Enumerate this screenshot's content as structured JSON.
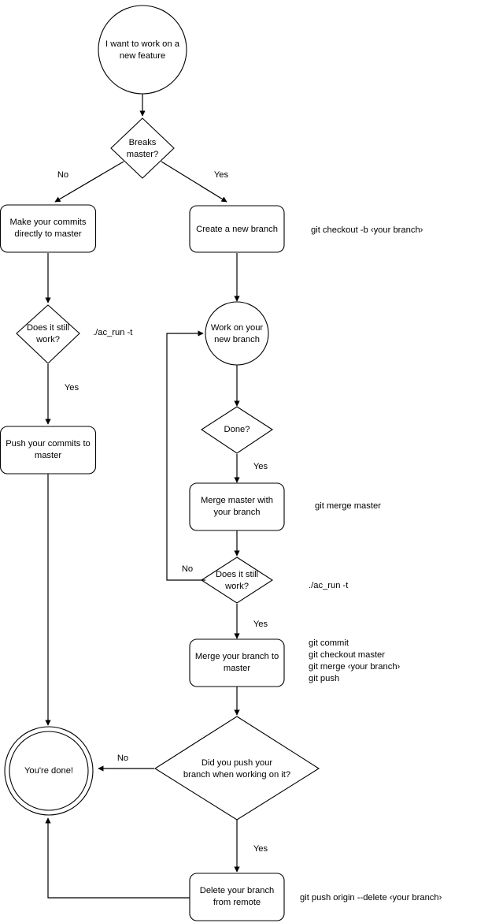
{
  "diagram": {
    "title": "Git branching workflow flowchart",
    "colors": {
      "background": "#ffffff",
      "stroke": "#000000",
      "text": "#000000",
      "node_fill": "#ffffff"
    }
  },
  "nodes": {
    "start": {
      "label_line1": "I want to work on a",
      "label_line2": "new feature",
      "shape": "circle"
    },
    "breaks_master": {
      "label_line1": "Breaks",
      "label_line2": "master?",
      "shape": "diamond"
    },
    "make_commits": {
      "label_line1": "Make your commits",
      "label_line2": "directly to master",
      "shape": "rounded-rect"
    },
    "create_branch": {
      "label_line1": "Create a new branch",
      "label_line2": "",
      "shape": "rounded-rect"
    },
    "does_it_work_left": {
      "label_line1": "Does it still",
      "label_line2": "work?",
      "shape": "diamond"
    },
    "push_commits": {
      "label_line1": "Push your commits to",
      "label_line2": "master",
      "shape": "rounded-rect"
    },
    "work_on_branch": {
      "label_line1": "Work on your",
      "label_line2": "new branch",
      "shape": "circle"
    },
    "done_q": {
      "label_line1": "Done?",
      "label_line2": "",
      "shape": "diamond"
    },
    "merge_master": {
      "label_line1": "Merge master with",
      "label_line2": "your branch",
      "shape": "rounded-rect"
    },
    "does_it_work_right": {
      "label_line1": "Does it still",
      "label_line2": "work?",
      "shape": "diamond"
    },
    "merge_branch": {
      "label_line1": "Merge your branch to",
      "label_line2": "master",
      "shape": "rounded-rect"
    },
    "did_you_push": {
      "label_line1": "Did you push your",
      "label_line2": "branch when working on it?",
      "shape": "diamond"
    },
    "youre_done": {
      "label_line1": "You're done!",
      "label_line2": "",
      "shape": "double-circle"
    },
    "delete_branch": {
      "label_line1": "Delete your branch",
      "label_line2": "from remote",
      "shape": "rounded-rect"
    }
  },
  "edge_labels": {
    "breaks_no": "No",
    "breaks_yes": "Yes",
    "work_left_yes": "Yes",
    "done_yes": "Yes",
    "work_right_no": "No",
    "work_right_yes": "Yes",
    "push_no": "No",
    "push_yes": "Yes"
  },
  "annotations": {
    "create_branch_cmd": "git checkout -b ‹your branch›",
    "ac_run_left": "./ac_run -t",
    "merge_master_cmd": "git merge master",
    "ac_run_right": "./ac_run -t",
    "merge_branch_cmd_l1": "git commit",
    "merge_branch_cmd_l2": "git checkout master",
    "merge_branch_cmd_l3": "git merge ‹your branch›",
    "merge_branch_cmd_l4": "git push",
    "delete_branch_cmd": "git push origin --delete ‹your branch›"
  }
}
